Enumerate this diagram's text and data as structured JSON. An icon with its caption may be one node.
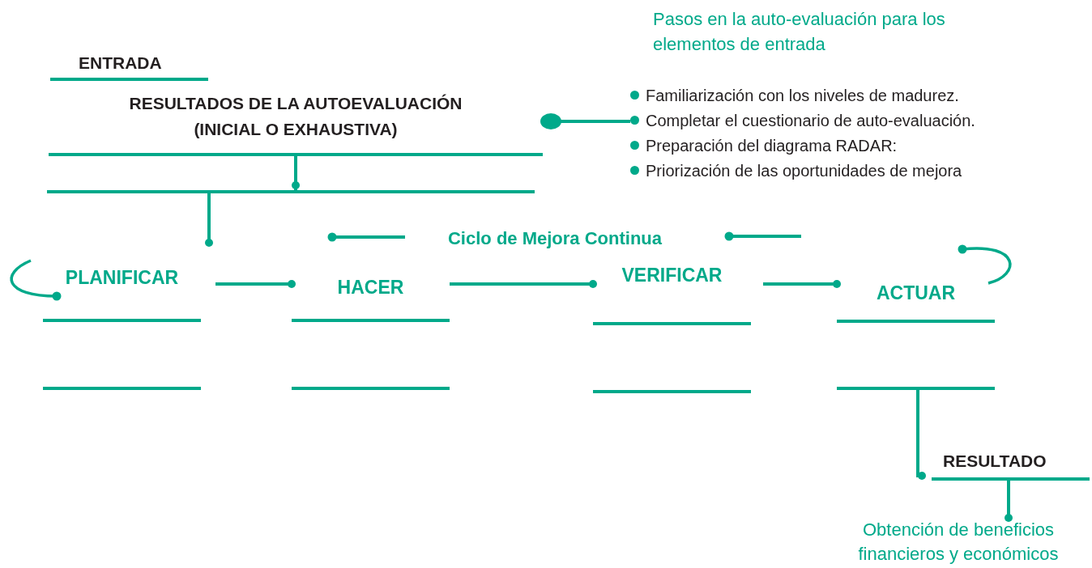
{
  "diagram": {
    "nodes": [
      {
        "text": [
          "ENTRADA"
        ]
      },
      {
        "text": [
          "RESULTADOS DE LA AUTOEVALUACIÓN (INICIAL O EXHAUSTIVA)"
        ]
      },
      {
        "text": [
          "Pasos en la auto-evaluación para los elementos de entrada"
        ]
      },
      {
        "text": [
          "Familiarización con los niveles de madurez.",
          "Completar el cuestionario de auto-evaluación.",
          "Preparación del diagrama RADAR:",
          "Priorización de las oportunidades de mejora"
        ]
      },
      {
        "text": [
          "Ciclo de Mejora Continua"
        ]
      },
      {
        "text": [
          "PLANIFICAR"
        ]
      },
      {
        "text": [
          "HACER"
        ]
      },
      {
        "text": [
          "VERIFICAR"
        ]
      },
      {
        "text": [
          "ACTUAR"
        ]
      },
      {
        "text": [
          "RESULTADO"
        ]
      },
      {
        "text": [
          "Obtención de beneficios financieros y económicos"
        ]
      }
    ],
    "edges": [
      {
        "from": 1,
        "to": 3,
        "arrow": "other"
      },
      {
        "from": 1,
        "to": 5,
        "arrow": "other"
      },
      {
        "from": 5,
        "to": 6,
        "arrow": "other"
      },
      {
        "from": 6,
        "to": 7,
        "arrow": "other"
      },
      {
        "from": 7,
        "to": 8,
        "arrow": "other"
      },
      {
        "from": 8,
        "to": 9,
        "arrow": "other"
      },
      {
        "from": 9,
        "to": 10,
        "arrow": "other"
      }
    ]
  }
}
